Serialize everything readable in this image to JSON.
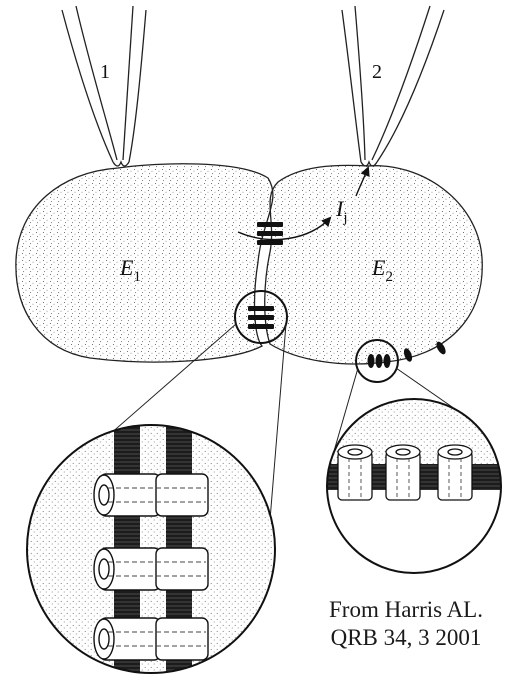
{
  "diagram": {
    "pipette_labels": [
      "1",
      "2"
    ],
    "cell_labels": {
      "e1_base": "E",
      "e1_sub": "1",
      "e2_base": "E",
      "e2_sub": "2"
    },
    "current_label": {
      "base": "I",
      "sub": "j"
    }
  },
  "citation": {
    "line1": "From Harris AL.",
    "line2": "QRB 34, 3 2001"
  }
}
